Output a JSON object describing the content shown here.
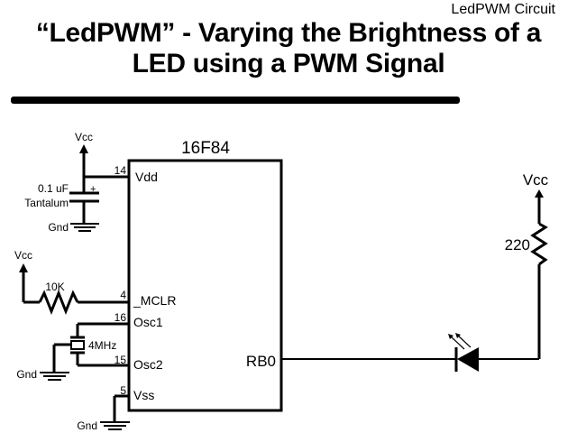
{
  "header": {
    "subtitle": "LedPWM Circuit",
    "title_line1": "“LedPWM” - Varying the Brightness of a",
    "title_line2": "LED using a PWM Signal"
  },
  "chip": {
    "name": "16F84",
    "pins": [
      {
        "number": "14",
        "label": "Vdd"
      },
      {
        "number": "4",
        "label": "_MCLR"
      },
      {
        "number": "16",
        "label": "Osc1"
      },
      {
        "number": "15",
        "label": "Osc2"
      },
      {
        "number": "5",
        "label": "Vss"
      },
      {
        "label": "RB0"
      }
    ]
  },
  "components": {
    "vcc_top": "Vcc",
    "capacitor_value": "0.1 uF",
    "capacitor_type": "Tantalum",
    "capacitor_polarity": "+",
    "gnd_cap": "Gnd",
    "vcc_mclr": "Vcc",
    "mclr_resistor": "10K",
    "crystal": "4MHz",
    "gnd_crystal": "Gnd",
    "gnd_vss": "Gnd",
    "vcc_led": "Vcc",
    "led_resistor": "220"
  }
}
